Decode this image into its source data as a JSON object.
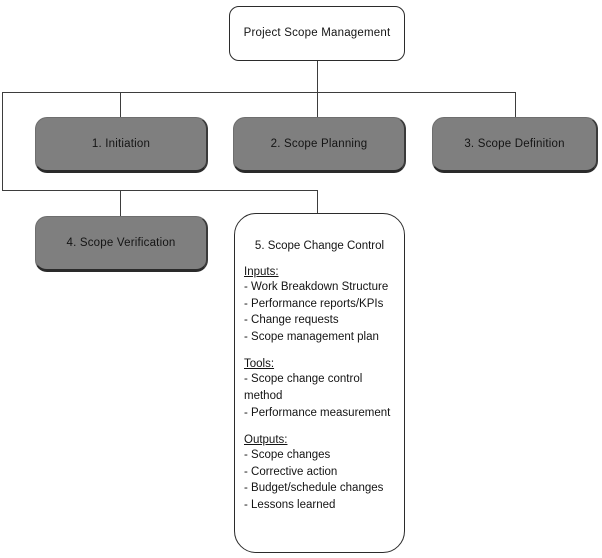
{
  "diagram": {
    "root": {
      "label": "Project Scope Management"
    },
    "processes": [
      {
        "label": "1. Initiation"
      },
      {
        "label": "2. Scope Planning"
      },
      {
        "label": "3. Scope Definition"
      },
      {
        "label": "4. Scope Verification"
      }
    ],
    "detail_node": {
      "title": "5. Scope Change Control",
      "sections": [
        {
          "heading": "Inputs:",
          "items": [
            "- Work Breakdown Structure",
            "- Performance reports/KPIs",
            "- Change requests",
            "- Scope management plan"
          ]
        },
        {
          "heading": "Tools:",
          "items": [
            "- Scope change control method",
            "- Performance measurement"
          ]
        },
        {
          "heading": "Outputs:",
          "items": [
            "- Scope changes",
            "- Corrective action",
            "- Budget/schedule changes",
            "- Lessons learned"
          ]
        }
      ]
    },
    "colors": {
      "process_fill": "#7f7f7f",
      "root_fill": "#ffffff",
      "line": "#3d3d3d",
      "text": "#141414"
    }
  }
}
